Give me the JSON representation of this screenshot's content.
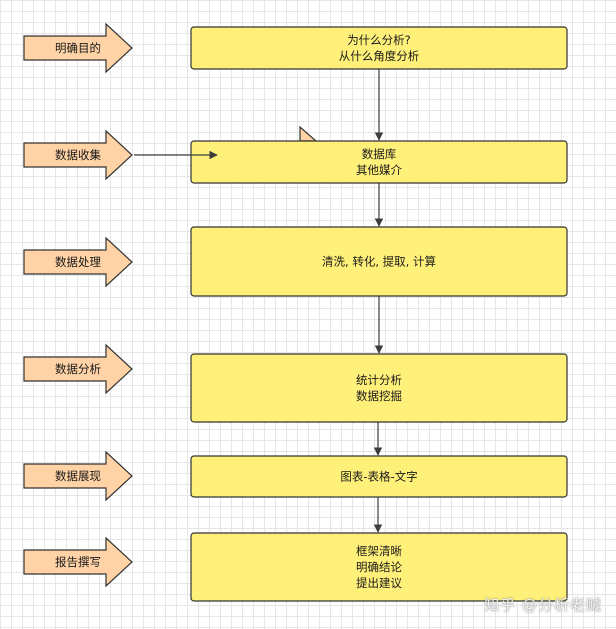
{
  "stages": [
    "明确目的",
    "数据收集",
    "数据处理",
    "数据分析",
    "数据展现",
    "报告撰写"
  ],
  "steps": [
    [
      "为什么分析?",
      "从什么角度分析"
    ],
    [
      "数据库",
      "其他媒介"
    ],
    [
      "清洗, 转化, 提取, 计算"
    ],
    [
      "统计分析",
      "数据挖掘"
    ],
    [
      "图表-表格-文字"
    ],
    [
      "框架清晰",
      "明确结论",
      "提出建议"
    ]
  ],
  "watermark": "知乎 @分析老贼",
  "colors": {
    "stage_fill": "#ffd3a6",
    "step_fill": "#fff07a",
    "stroke": "#333333"
  }
}
